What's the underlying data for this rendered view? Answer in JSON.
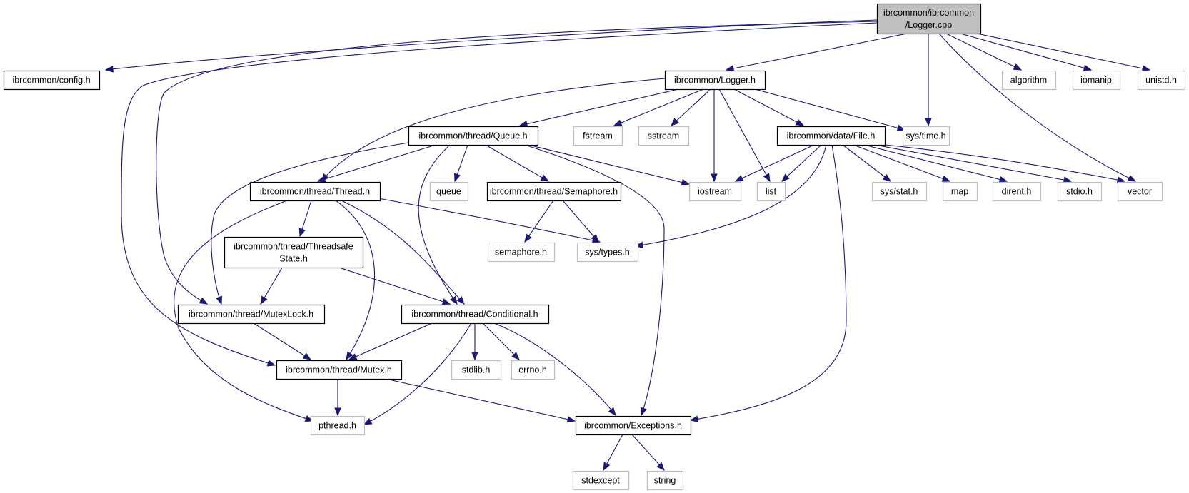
{
  "diagram": {
    "title": "Include dependency graph for Logger.cpp",
    "colors": {
      "edge": "#191970",
      "root_fill": "#bfbfbf",
      "local_border": "#000000",
      "system_border": "#bfbfbf"
    },
    "nodes": [
      {
        "id": "root",
        "kind": "root",
        "lines": [
          "ibrcommon/ibrcommon",
          "/Logger.cpp"
        ]
      },
      {
        "id": "config",
        "kind": "local",
        "lines": [
          "ibrcommon/config.h"
        ]
      },
      {
        "id": "loggerh",
        "kind": "local",
        "lines": [
          "ibrcommon/Logger.h"
        ]
      },
      {
        "id": "algorithm",
        "kind": "system",
        "lines": [
          "algorithm"
        ]
      },
      {
        "id": "iomanip",
        "kind": "system",
        "lines": [
          "iomanip"
        ]
      },
      {
        "id": "unistd",
        "kind": "system",
        "lines": [
          "unistd.h"
        ]
      },
      {
        "id": "queue_h",
        "kind": "local",
        "lines": [
          "ibrcommon/thread/Queue.h"
        ]
      },
      {
        "id": "fstream",
        "kind": "system",
        "lines": [
          "fstream"
        ]
      },
      {
        "id": "sstream",
        "kind": "system",
        "lines": [
          "sstream"
        ]
      },
      {
        "id": "file_h",
        "kind": "local",
        "lines": [
          "ibrcommon/data/File.h"
        ]
      },
      {
        "id": "systime",
        "kind": "system",
        "lines": [
          "sys/time.h"
        ]
      },
      {
        "id": "thread_h",
        "kind": "local",
        "lines": [
          "ibrcommon/thread/Thread.h"
        ]
      },
      {
        "id": "queue",
        "kind": "system",
        "lines": [
          "queue"
        ]
      },
      {
        "id": "semaphore_h",
        "kind": "local",
        "lines": [
          "ibrcommon/thread/Semaphore.h"
        ]
      },
      {
        "id": "iostream",
        "kind": "system",
        "lines": [
          "iostream"
        ]
      },
      {
        "id": "list",
        "kind": "system",
        "lines": [
          "list"
        ]
      },
      {
        "id": "sysstat",
        "kind": "system",
        "lines": [
          "sys/stat.h"
        ]
      },
      {
        "id": "map",
        "kind": "system",
        "lines": [
          "map"
        ]
      },
      {
        "id": "dirent",
        "kind": "system",
        "lines": [
          "dirent.h"
        ]
      },
      {
        "id": "stdio",
        "kind": "system",
        "lines": [
          "stdio.h"
        ]
      },
      {
        "id": "vector",
        "kind": "system",
        "lines": [
          "vector"
        ]
      },
      {
        "id": "tss_h",
        "kind": "local",
        "lines": [
          "ibrcommon/thread/Threadsafe",
          "State.h"
        ]
      },
      {
        "id": "semaphore",
        "kind": "system",
        "lines": [
          "semaphore.h"
        ]
      },
      {
        "id": "systypes",
        "kind": "system",
        "lines": [
          "sys/types.h"
        ]
      },
      {
        "id": "mutexlock_h",
        "kind": "local",
        "lines": [
          "ibrcommon/thread/MutexLock.h"
        ]
      },
      {
        "id": "cond_h",
        "kind": "local",
        "lines": [
          "ibrcommon/thread/Conditional.h"
        ]
      },
      {
        "id": "mutex_h",
        "kind": "local",
        "lines": [
          "ibrcommon/thread/Mutex.h"
        ]
      },
      {
        "id": "stdlib",
        "kind": "system",
        "lines": [
          "stdlib.h"
        ]
      },
      {
        "id": "errno",
        "kind": "system",
        "lines": [
          "errno.h"
        ]
      },
      {
        "id": "pthread",
        "kind": "system",
        "lines": [
          "pthread.h"
        ]
      },
      {
        "id": "exceptions_h",
        "kind": "local",
        "lines": [
          "ibrcommon/Exceptions.h"
        ]
      },
      {
        "id": "stdexcept",
        "kind": "system",
        "lines": [
          "stdexcept"
        ]
      },
      {
        "id": "string",
        "kind": "system",
        "lines": [
          "string"
        ]
      }
    ],
    "edges": [
      [
        "root",
        "config"
      ],
      [
        "root",
        "loggerh"
      ],
      [
        "root",
        "algorithm"
      ],
      [
        "root",
        "iomanip"
      ],
      [
        "root",
        "unistd"
      ],
      [
        "root",
        "systime"
      ],
      [
        "root",
        "vector"
      ],
      [
        "root",
        "mutexlock_h"
      ],
      [
        "root",
        "mutex_h"
      ],
      [
        "loggerh",
        "queue_h"
      ],
      [
        "loggerh",
        "fstream"
      ],
      [
        "loggerh",
        "sstream"
      ],
      [
        "loggerh",
        "file_h"
      ],
      [
        "loggerh",
        "systime"
      ],
      [
        "loggerh",
        "thread_h"
      ],
      [
        "loggerh",
        "iostream"
      ],
      [
        "loggerh",
        "list"
      ],
      [
        "queue_h",
        "thread_h"
      ],
      [
        "queue_h",
        "queue"
      ],
      [
        "queue_h",
        "semaphore_h"
      ],
      [
        "queue_h",
        "iostream"
      ],
      [
        "queue_h",
        "mutexlock_h"
      ],
      [
        "queue_h",
        "cond_h"
      ],
      [
        "queue_h",
        "exceptions_h"
      ],
      [
        "file_h",
        "iostream"
      ],
      [
        "file_h",
        "list"
      ],
      [
        "file_h",
        "sysstat"
      ],
      [
        "file_h",
        "map"
      ],
      [
        "file_h",
        "dirent"
      ],
      [
        "file_h",
        "stdio"
      ],
      [
        "file_h",
        "vector"
      ],
      [
        "file_h",
        "systypes"
      ],
      [
        "file_h",
        "exceptions_h"
      ],
      [
        "thread_h",
        "tss_h"
      ],
      [
        "thread_h",
        "systypes"
      ],
      [
        "thread_h",
        "pthread"
      ],
      [
        "thread_h",
        "mutex_h"
      ],
      [
        "thread_h",
        "cond_h"
      ],
      [
        "semaphore_h",
        "semaphore"
      ],
      [
        "semaphore_h",
        "systypes"
      ],
      [
        "tss_h",
        "mutexlock_h"
      ],
      [
        "tss_h",
        "cond_h"
      ],
      [
        "mutexlock_h",
        "mutex_h"
      ],
      [
        "cond_h",
        "mutex_h"
      ],
      [
        "cond_h",
        "stdlib"
      ],
      [
        "cond_h",
        "errno"
      ],
      [
        "cond_h",
        "pthread"
      ],
      [
        "cond_h",
        "exceptions_h"
      ],
      [
        "mutex_h",
        "pthread"
      ],
      [
        "mutex_h",
        "exceptions_h"
      ],
      [
        "exceptions_h",
        "stdexcept"
      ],
      [
        "exceptions_h",
        "string"
      ]
    ]
  }
}
